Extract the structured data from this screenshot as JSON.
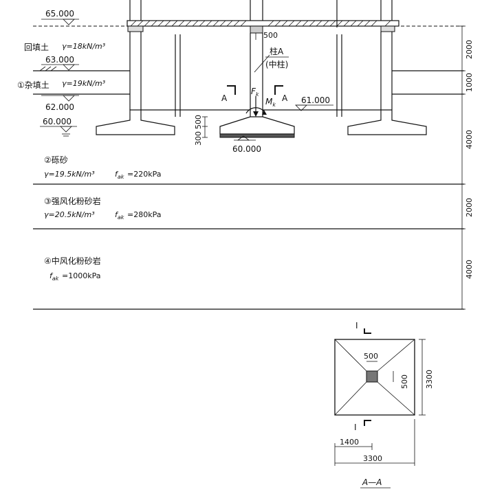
{
  "elevations": {
    "e65": "65.000",
    "e63": "63.000",
    "e62": "62.000",
    "e60": "60.000",
    "e61": "61.000",
    "base": "60.000"
  },
  "soil": {
    "backfill": "回填土",
    "backfill_gamma": "γ=18kN/m³",
    "misc_fill": "①杂填土",
    "misc_gamma": "γ=19kN/m³",
    "layer2_name": "②砾砂",
    "layer2_gamma": "γ=19.5kN/m³",
    "layer2_fak": "=220kPa",
    "layer3_name": "③强风化粉砂岩",
    "layer3_gamma": "γ=20.5kN/m³",
    "layer3_fak": "=280kPa",
    "layer4_name": "④中风化粉砂岩",
    "layer4_fak": "=1000kPa",
    "fak_symbol": "f",
    "fak_sub": "ak"
  },
  "column": {
    "name": "柱A",
    "middle": "(中柱)",
    "fk": "F",
    "fk_sub": "k",
    "mk": "M",
    "mk_sub": "k",
    "section_mark": "A"
  },
  "dims": {
    "right": [
      "2000",
      "1000",
      "4000",
      "2000",
      "4000"
    ],
    "d500_col": "500",
    "d500_left": "500",
    "d300_left": "300"
  },
  "plan": {
    "section_mark": "I",
    "col_w": "500",
    "col_h": "500",
    "width": "3300",
    "height": "3300",
    "offset": "1400",
    "caption": "A—A"
  }
}
